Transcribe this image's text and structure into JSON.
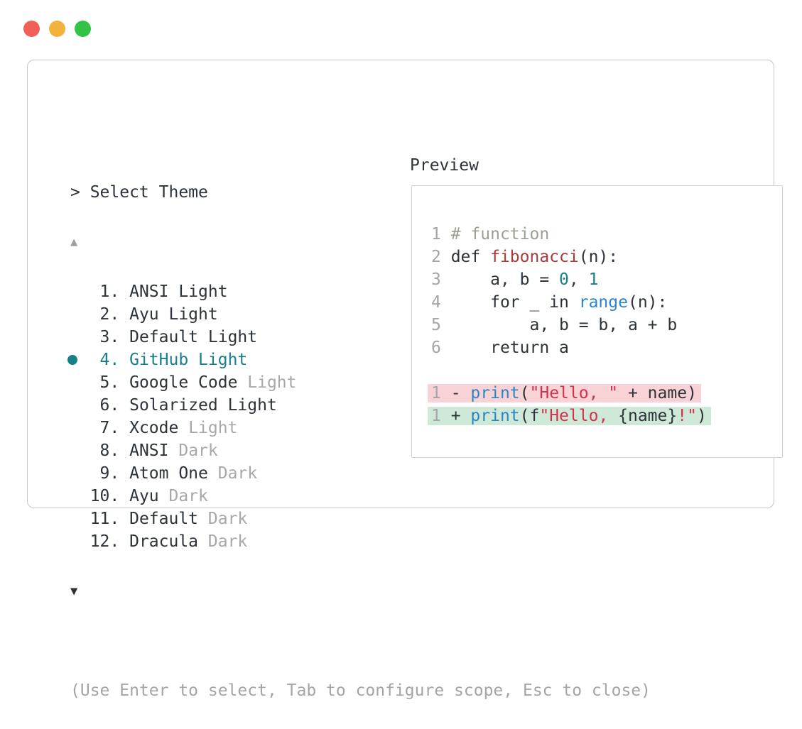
{
  "window": {
    "controls": [
      {
        "name": "close",
        "color": "#f15f58"
      },
      {
        "name": "minimize",
        "color": "#f2b33d"
      },
      {
        "name": "zoom",
        "color": "#32c245"
      }
    ]
  },
  "accent_colors": {
    "selection_teal": "#17808a",
    "diff_removed_bg": "#f8d2d4",
    "diff_added_bg": "#cfe9d8",
    "muted_gray": "#a3a5a7",
    "text_dark": "#2d333a"
  },
  "picker": {
    "prompt": "> Select Theme",
    "scroll_up_icon": "▲",
    "scroll_down_icon": "▼",
    "items": [
      {
        "num": 1,
        "name": "ANSI",
        "variant": "Light",
        "variant_muted": false,
        "selected": false
      },
      {
        "num": 2,
        "name": "Ayu",
        "variant": "Light",
        "variant_muted": false,
        "selected": false
      },
      {
        "num": 3,
        "name": "Default",
        "variant": "Light",
        "variant_muted": false,
        "selected": false
      },
      {
        "num": 4,
        "name": "GitHub",
        "variant": "Light",
        "variant_muted": false,
        "selected": true
      },
      {
        "num": 5,
        "name": "Google Code",
        "variant": "Light",
        "variant_muted": true,
        "selected": false
      },
      {
        "num": 6,
        "name": "Solarized",
        "variant": "Light",
        "variant_muted": false,
        "selected": false
      },
      {
        "num": 7,
        "name": "Xcode",
        "variant": "Light",
        "variant_muted": true,
        "selected": false
      },
      {
        "num": 8,
        "name": "ANSI",
        "variant": "Dark",
        "variant_muted": true,
        "selected": false
      },
      {
        "num": 9,
        "name": "Atom One",
        "variant": "Dark",
        "variant_muted": true,
        "selected": false
      },
      {
        "num": 10,
        "name": "Ayu",
        "variant": "Dark",
        "variant_muted": true,
        "selected": false
      },
      {
        "num": 11,
        "name": "Default",
        "variant": "Dark",
        "variant_muted": true,
        "selected": false
      },
      {
        "num": 12,
        "name": "Dracula",
        "variant": "Dark",
        "variant_muted": true,
        "selected": false
      }
    ],
    "hint": "(Use Enter to select, Tab to configure scope, Esc to close)"
  },
  "preview": {
    "title": "Preview",
    "code_lines": [
      {
        "num": "1",
        "tokens": [
          {
            "text": "# function",
            "style": "comment"
          }
        ]
      },
      {
        "num": "2",
        "tokens": [
          {
            "text": "def ",
            "style": "code"
          },
          {
            "text": "fibonacci",
            "style": "function"
          },
          {
            "text": "(n):",
            "style": "code"
          }
        ]
      },
      {
        "num": "3",
        "tokens": [
          {
            "text": "    a, b = ",
            "style": "code"
          },
          {
            "text": "0",
            "style": "number"
          },
          {
            "text": ", ",
            "style": "code"
          },
          {
            "text": "1",
            "style": "number"
          }
        ]
      },
      {
        "num": "4",
        "tokens": [
          {
            "text": "    for _ in ",
            "style": "code"
          },
          {
            "text": "range",
            "style": "builtin"
          },
          {
            "text": "(n):",
            "style": "code"
          }
        ]
      },
      {
        "num": "5",
        "tokens": [
          {
            "text": "        a, b = b, a + b",
            "style": "code"
          }
        ]
      },
      {
        "num": "6",
        "tokens": [
          {
            "text": "    return a",
            "style": "code"
          }
        ]
      },
      {
        "blank": true
      },
      {
        "num": "1",
        "diff": "removed",
        "tokens": [
          {
            "text": "- ",
            "style": "code"
          },
          {
            "text": "print",
            "style": "builtin"
          },
          {
            "text": "(",
            "style": "code"
          },
          {
            "text": "\"Hello, \"",
            "style": "string"
          },
          {
            "text": " + name)",
            "style": "code"
          }
        ]
      },
      {
        "num": "1",
        "diff": "added",
        "tokens": [
          {
            "text": "+ ",
            "style": "code"
          },
          {
            "text": "print",
            "style": "builtin"
          },
          {
            "text": "(f",
            "style": "code"
          },
          {
            "text": "\"Hello, ",
            "style": "string"
          },
          {
            "text": "{name}",
            "style": "code"
          },
          {
            "text": "!\"",
            "style": "string"
          },
          {
            "text": ")",
            "style": "code"
          }
        ]
      }
    ]
  }
}
